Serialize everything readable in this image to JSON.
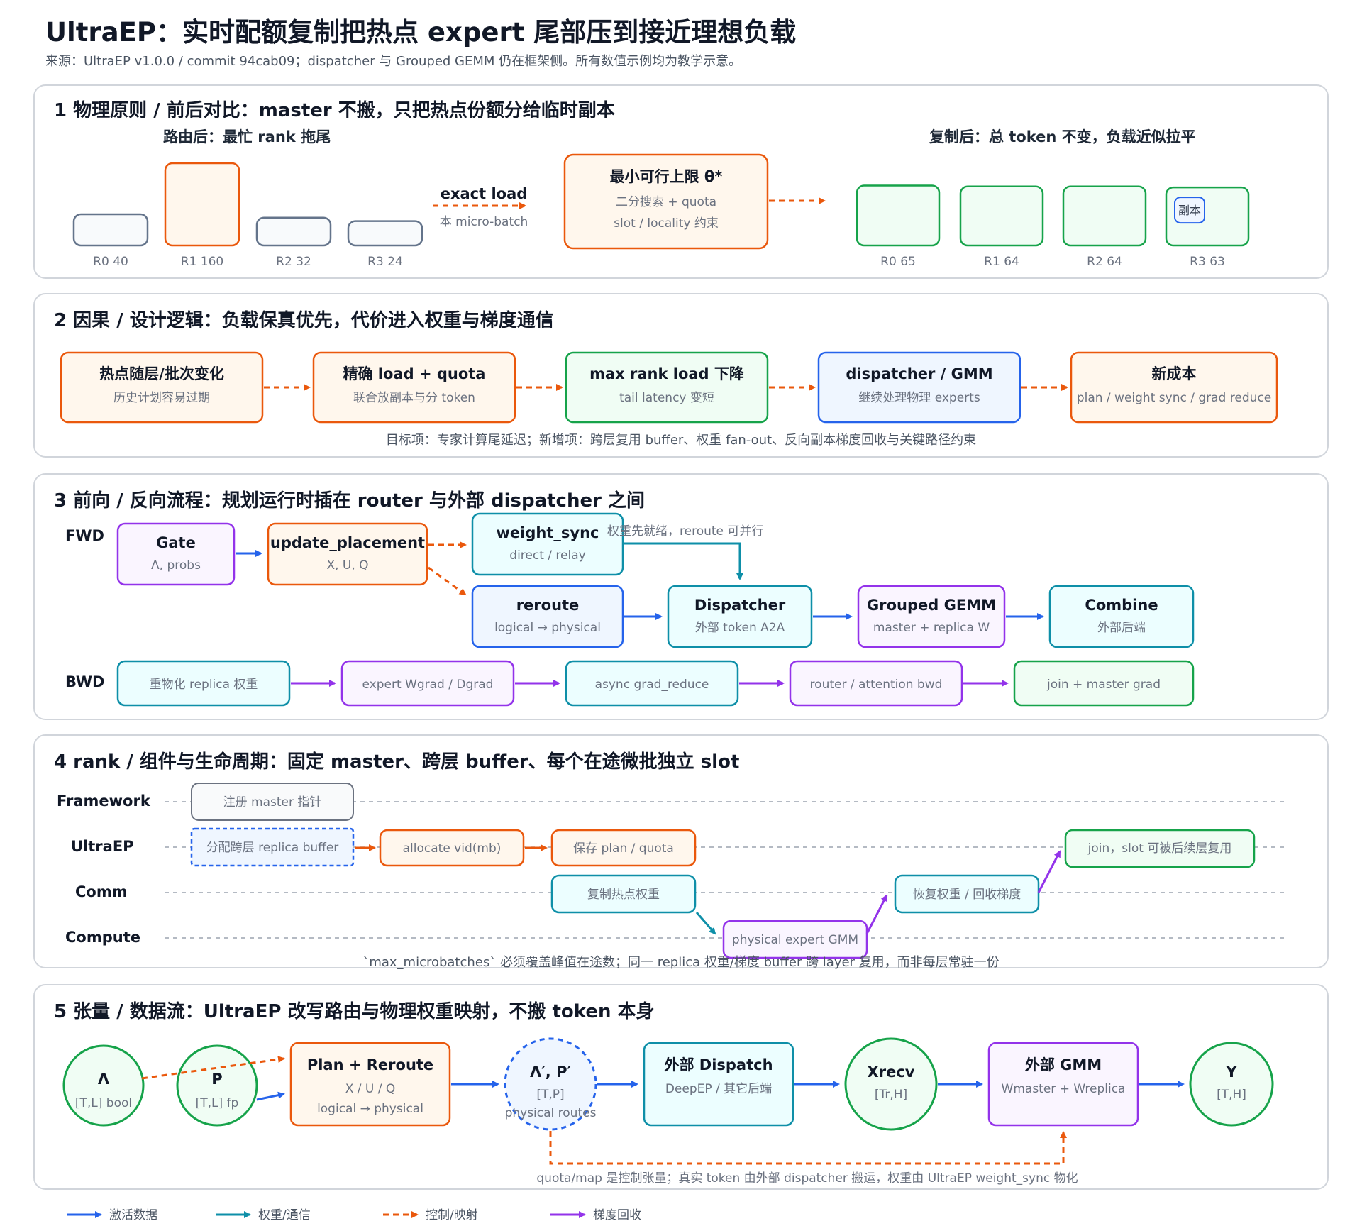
{
  "title": "UltraEP：实时配额复制把热点 expert 尾部压到接近理想负载",
  "subtitle": "来源：UltraEP v1.0.0 / commit 94cab09；dispatcher 与 Grouped GEMM 仍在框架侧。所有数值示例均为教学示意。",
  "colors": {
    "blue": "#2563eb",
    "teal": "#0e8fa8",
    "orange": "#ea580c",
    "purple": "#9333ea",
    "green": "#16a34a"
  },
  "sec1": {
    "title": "1 物理原则 / 前后对比：master 不搬，只把热点份额分给临时副本",
    "before_label": "路由后：最忙 rank 拖尾",
    "after_label": "复制后：总 token 不变，负载近似拉平",
    "before_bars": [
      {
        "label": "R0 40",
        "value": 40
      },
      {
        "label": "R1 160",
        "value": 160
      },
      {
        "label": "R2 32",
        "value": 32
      },
      {
        "label": "R3 24",
        "value": 24
      }
    ],
    "arrow_label": "exact load",
    "arrow_sub": "本 micro-batch",
    "theta_title": "最小可行上限 θ*",
    "theta_line1": "二分搜索 + quota",
    "theta_line2": "slot / locality 约束",
    "after_bars": [
      {
        "label": "R0 65",
        "value": 65
      },
      {
        "label": "R1 64",
        "value": 64
      },
      {
        "label": "R2 64",
        "value": 64
      },
      {
        "label": "R3 63",
        "value": 63
      }
    ],
    "replica_tag": "副本"
  },
  "sec2": {
    "title": "2 因果 / 设计逻辑：负载保真优先，代价进入权重与梯度通信",
    "boxes": [
      {
        "title": "热点随层/批次变化",
        "sub": "历史计划容易过期"
      },
      {
        "title": "精确 load + quota",
        "sub": "联合放副本与分 token"
      },
      {
        "title": "max rank load 下降",
        "sub": "tail latency 变短"
      },
      {
        "title": "dispatcher / GMM",
        "sub": "继续处理物理 experts"
      },
      {
        "title": "新成本",
        "sub": "plan / weight sync / grad reduce"
      }
    ],
    "note": "目标项：专家计算尾延迟；新增项：跨层复用 buffer、权重 fan-out、反向副本梯度回收与关键路径约束"
  },
  "sec3": {
    "title": "3 前向 / 反向流程：规划运行时插在 router 与外部 dispatcher 之间",
    "fwd_label": "FWD",
    "bwd_label": "BWD",
    "gate": {
      "title": "Gate",
      "sub": "Λ, probs"
    },
    "update": {
      "title": "update_placement",
      "sub": "X, U, Q"
    },
    "wsync": {
      "title": "weight_sync",
      "sub": "direct / relay"
    },
    "wsync_note": "权重先就绪，reroute 可并行",
    "reroute": {
      "title": "reroute",
      "sub": "logical → physical"
    },
    "dispatcher": {
      "title": "Dispatcher",
      "sub": "外部 token A2A"
    },
    "gemm": {
      "title": "Grouped GEMM",
      "sub": "master + replica W"
    },
    "combine": {
      "title": "Combine",
      "sub": "外部后端"
    },
    "bwd": [
      "重物化 replica 权重",
      "expert Wgrad / Dgrad",
      "async grad_reduce",
      "router / attention bwd",
      "join + master grad"
    ]
  },
  "sec4": {
    "title": "4 rank / 组件与生命周期：固定 master、跨层 buffer、每个在途微批独立 slot",
    "lanes": [
      "Framework",
      "UltraEP",
      "Comm",
      "Compute"
    ],
    "items": {
      "register": "注册 master 指针",
      "alloc_buffer": "分配跨层 replica buffer",
      "alloc_vid": "allocate vid(mb)",
      "save_plan": "保存 plan / quota",
      "copy_hot": "复制热点权重",
      "gemm": "physical expert GMM",
      "restore": "恢复权重 / 回收梯度",
      "join": "join，slot 可被后续层复用"
    },
    "note": "`max_microbatches` 必须覆盖峰值在途数；同一 replica 权重/梯度 buffer 跨 layer 复用，而非每层常驻一份"
  },
  "sec5": {
    "title": "5 张量 / 数据流：UltraEP 改写路由与物理权重映射，不搬 token 本身",
    "lambda": {
      "title": "Λ",
      "sub": "[T,L] bool"
    },
    "p": {
      "title": "P",
      "sub": "[T,L] fp"
    },
    "plan": {
      "title": "Plan + Reroute",
      "line1": "X / U / Q",
      "line2": "logical → physical"
    },
    "lp": {
      "title": "Λ′, P′",
      "line1": "[T,P]",
      "line2": "physical routes"
    },
    "dispatch": {
      "title": "外部 Dispatch",
      "sub": "DeepEP / 其它后端"
    },
    "xrecv": {
      "title": "Xrecv",
      "sub": "[Tr,H]"
    },
    "gmm": {
      "title": "外部 GMM",
      "sub": "Wmaster + Wreplica"
    },
    "y": {
      "title": "Y",
      "sub": "[T,H]"
    },
    "note": "quota/map 是控制张量；真实 token 由外部 dispatcher 搬运，权重由 UltraEP weight_sync 物化"
  },
  "legend": [
    {
      "label": "激活数据",
      "color": "#2563eb",
      "dashed": false
    },
    {
      "label": "权重/通信",
      "color": "#0e8fa8",
      "dashed": false
    },
    {
      "label": "控制/映射",
      "color": "#ea580c",
      "dashed": true
    },
    {
      "label": "梯度回收",
      "color": "#9333ea",
      "dashed": false
    }
  ]
}
